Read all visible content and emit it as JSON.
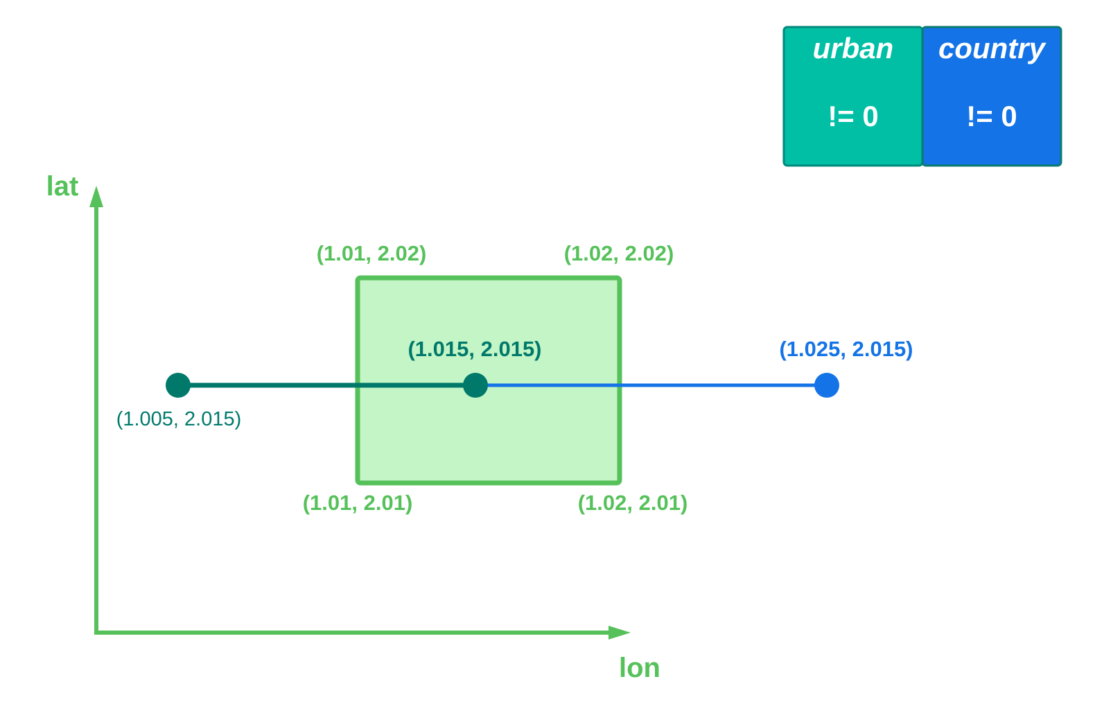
{
  "colors": {
    "axis": "#56c15a",
    "box_fill": "#c4f5c6",
    "box_stroke": "#56c15a",
    "urban": "#00bfa5",
    "urban_border": "#00897b",
    "urban_point": "#00796b",
    "country": "#1473e6",
    "country_border": "#0a7b6f",
    "white": "#ffffff"
  },
  "axes": {
    "x_label": "lon",
    "y_label": "lat"
  },
  "legend": {
    "urban": {
      "title": "urban",
      "value": "!= 0"
    },
    "country": {
      "title": "country",
      "value": "!= 0"
    }
  },
  "box": {
    "top_left": "(1.01, 2.02)",
    "top_right": "(1.02, 2.02)",
    "bottom_left": "(1.01, 2.01)",
    "bottom_right": "(1.02, 2.01)"
  },
  "points": {
    "left": "(1.005, 2.015)",
    "center": "(1.015, 2.015)",
    "right": "(1.025, 2.015)"
  },
  "icons": {
    "x_arrow": "arrow-right-icon",
    "y_arrow": "arrow-up-icon"
  }
}
